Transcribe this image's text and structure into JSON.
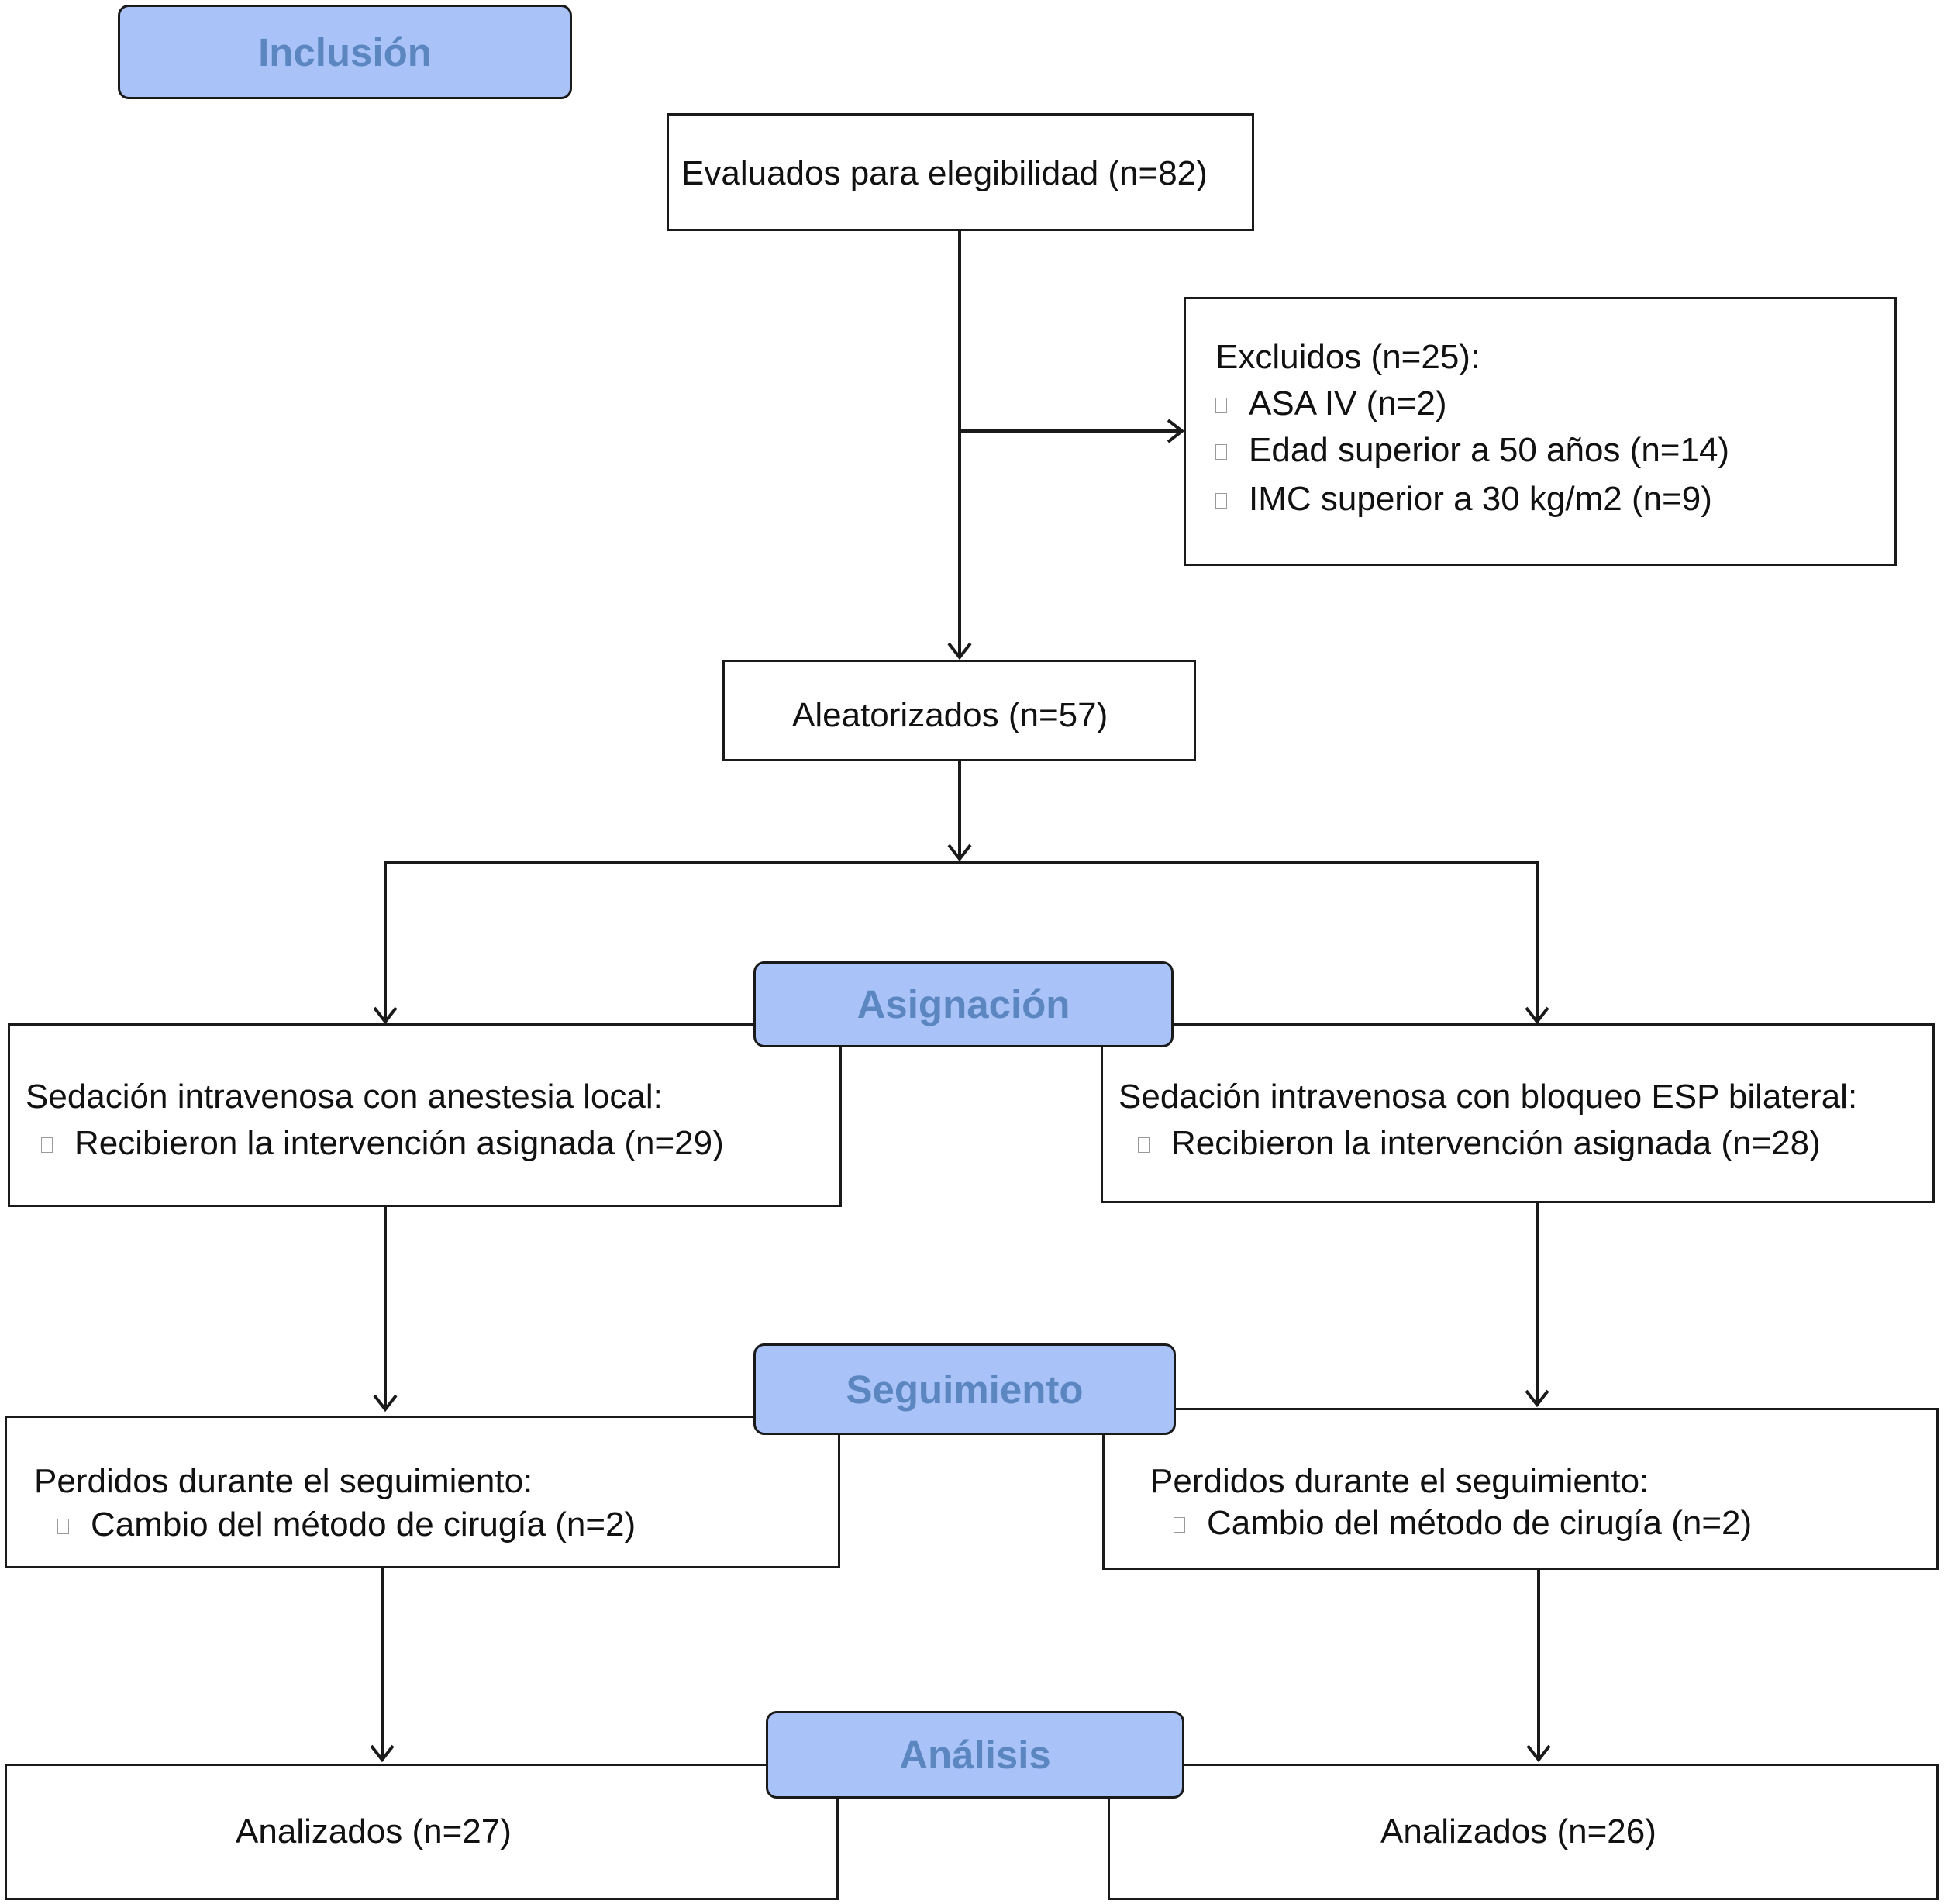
{
  "stages": {
    "inclusion": "Inclusión",
    "allocation": "Asignación",
    "followup": "Seguimiento",
    "analysis": "Análisis"
  },
  "assessed": "Evaluados para elegibilidad (n=82)",
  "excluded": {
    "title": "Excluidos (n=25):",
    "items": [
      "ASA IV (n=2)",
      "Edad superior a 50 años (n=14)",
      "IMC superior a 30 kg/m2 (n=9)"
    ]
  },
  "randomized": "Aleatorizados (n=57)",
  "left_arm": {
    "allocation_title": "Sedación intravenosa con anestesia local:",
    "allocation_item": "Recibieron la intervención asignada (n=29)",
    "followup_title": "Perdidos durante el seguimiento:",
    "followup_item": "Cambio del método de cirugía (n=2)",
    "analyzed": "Analizados (n=27)"
  },
  "right_arm": {
    "allocation_title": "Sedación intravenosa con bloqueo ESP bilateral:",
    "allocation_item": "Recibieron la intervención asignada (n=28)",
    "followup_title": "Perdidos durante el seguimiento:",
    "followup_item": "Cambio del método de cirugía (n=2)",
    "analyzed": "Analizados (n=26)"
  }
}
